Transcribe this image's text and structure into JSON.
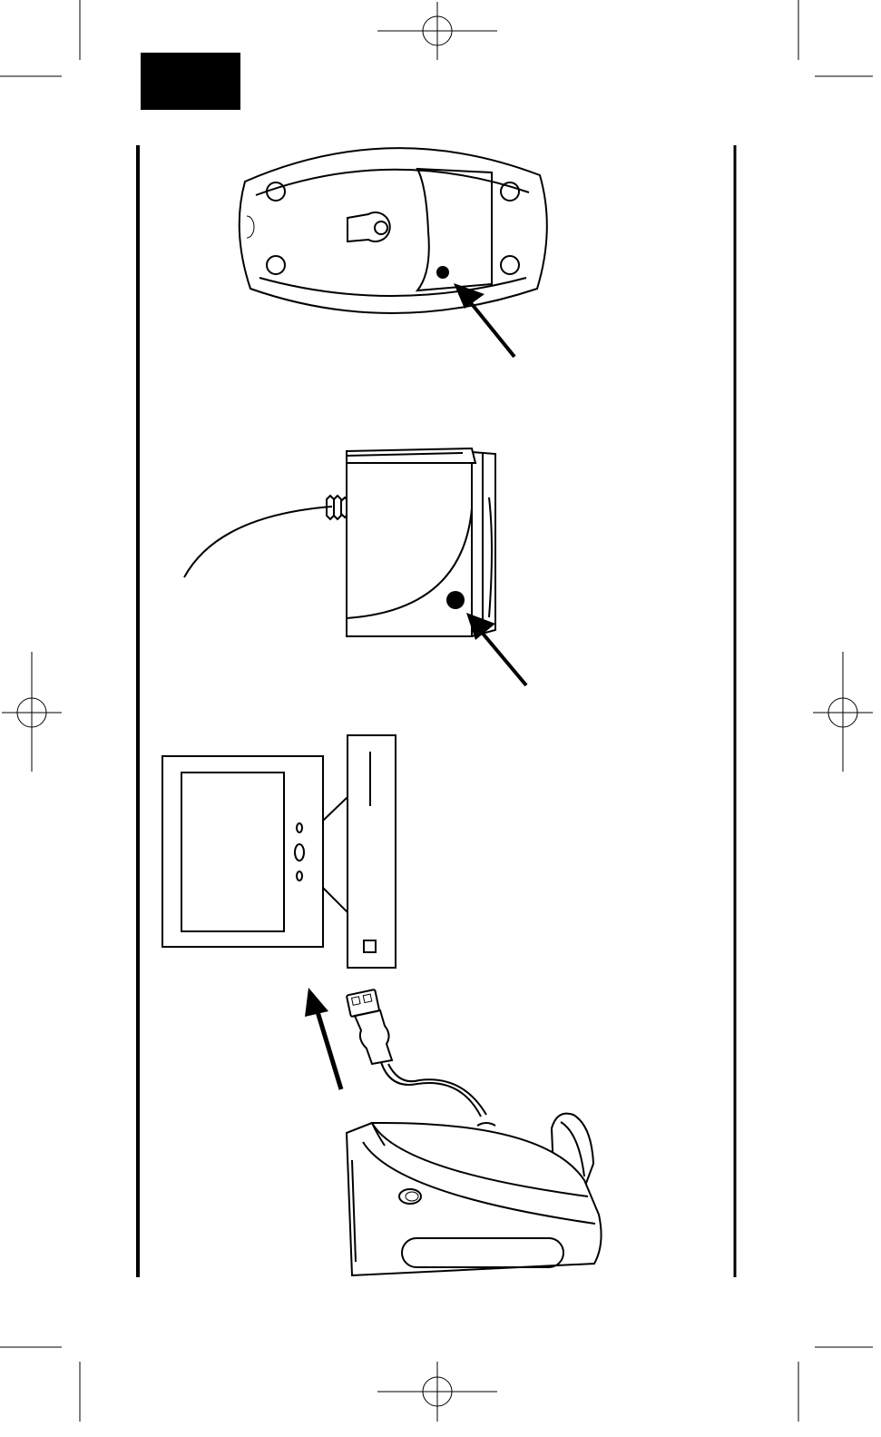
{
  "page": {
    "ink_color": "#000000",
    "paper_color": "#ffffff",
    "icons": [
      "registration-mark-icon",
      "crop-mark-icon",
      "page-tab-block"
    ]
  },
  "figures": [
    {
      "name": "mouse-bottom-view",
      "icons": [
        "mouse-icon",
        "connect-button-icon",
        "pointer-arrow-icon"
      ]
    },
    {
      "name": "receiver-side-view",
      "icons": [
        "receiver-icon",
        "connect-button-icon",
        "pointer-arrow-icon",
        "cable-icon"
      ]
    },
    {
      "name": "computer-usb-connection",
      "icons": [
        "monitor-icon",
        "tower-pc-icon",
        "usb-plug-icon",
        "receiver-icon",
        "pointer-arrow-icon"
      ]
    }
  ]
}
